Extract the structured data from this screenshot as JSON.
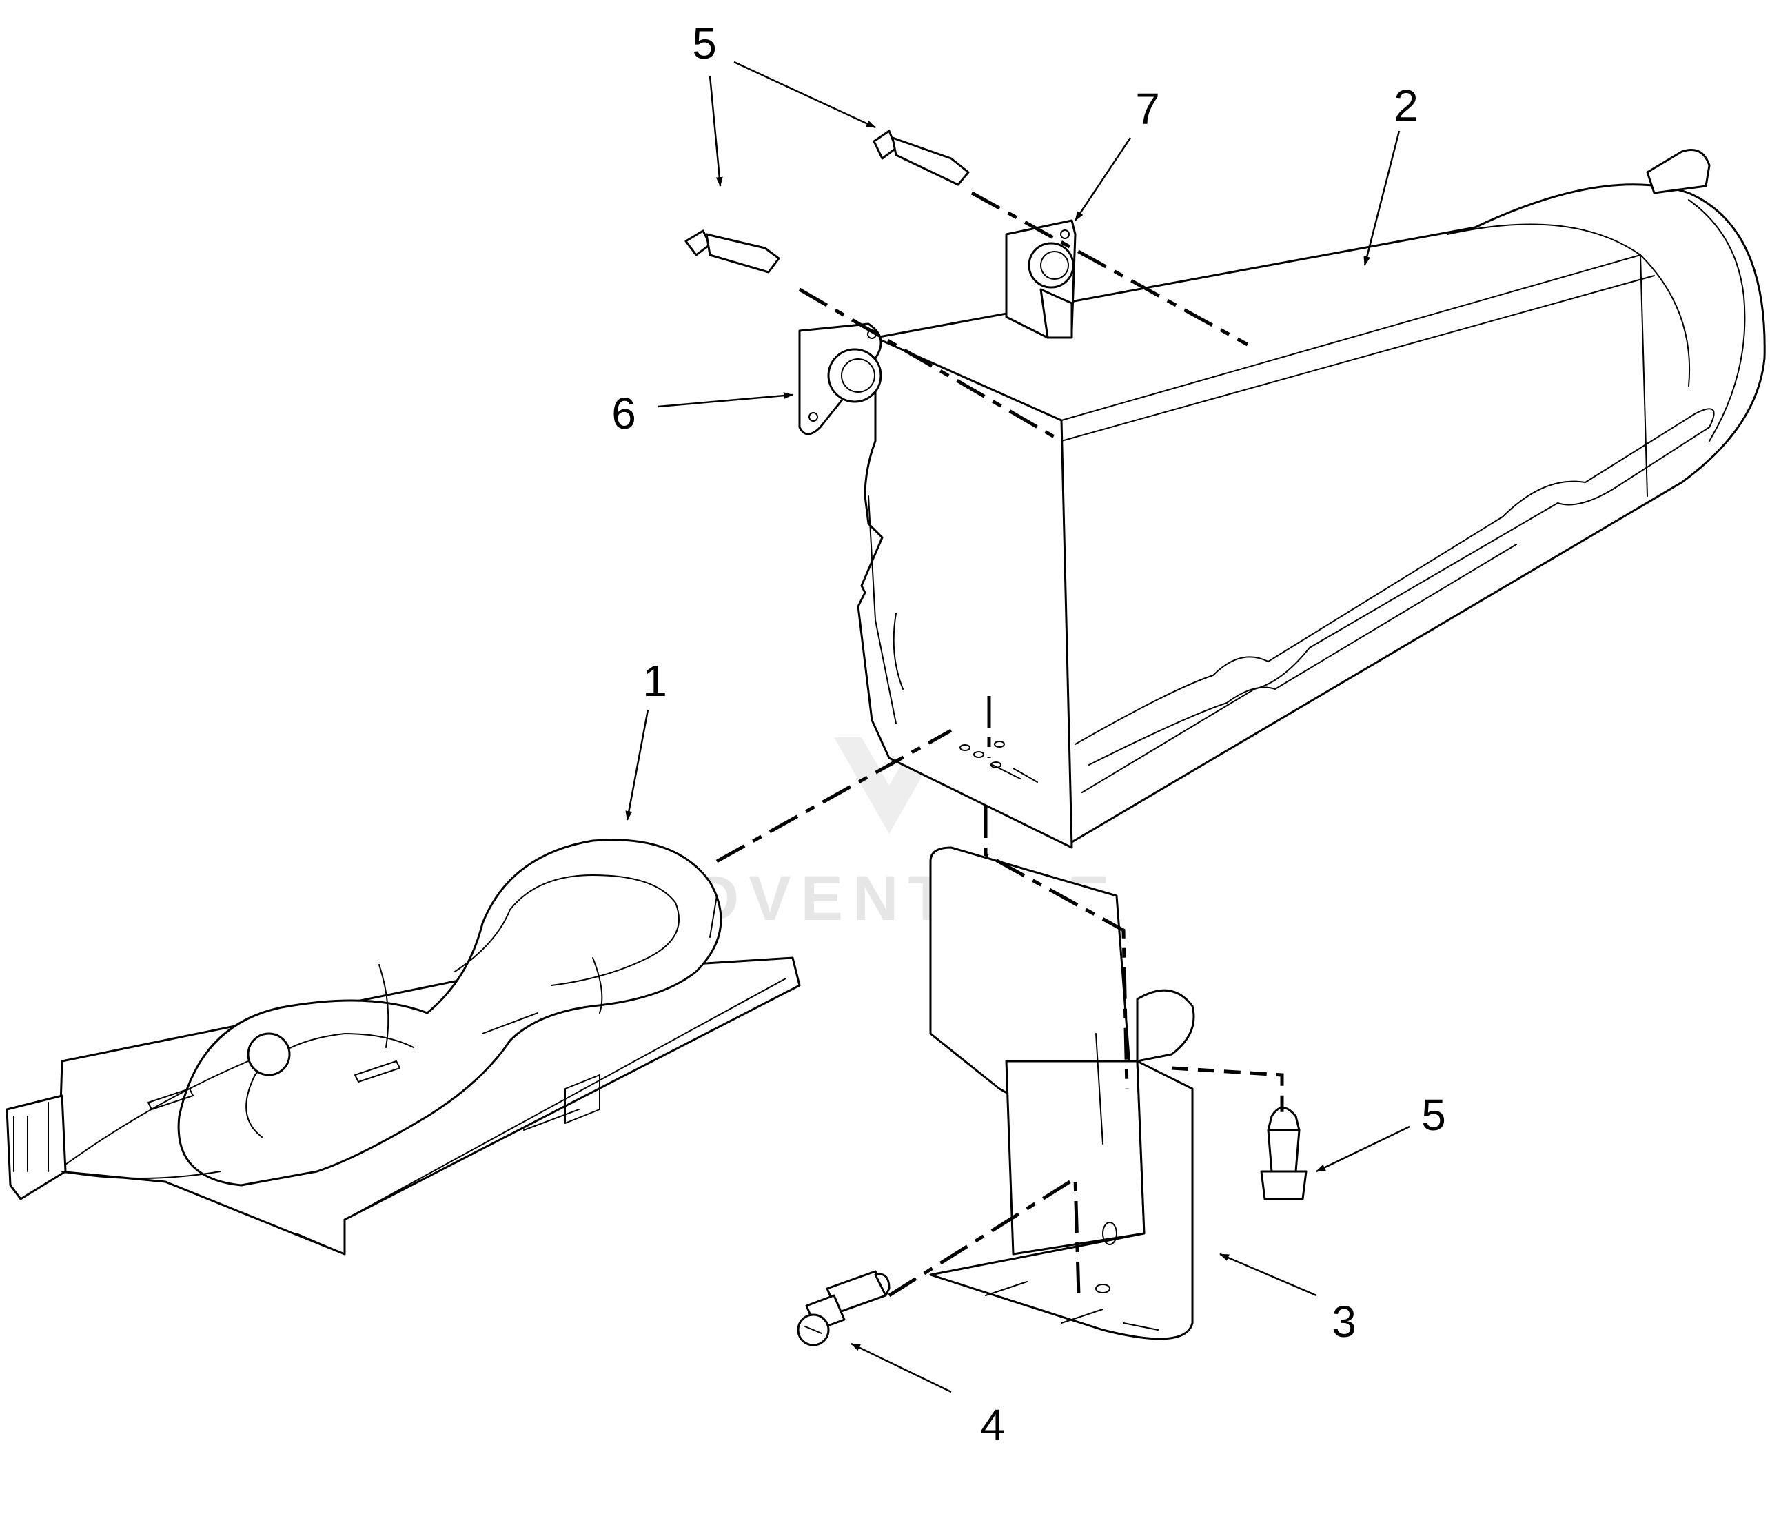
{
  "callouts": [
    {
      "id": "heater-element",
      "label": "1"
    },
    {
      "id": "heater-housing",
      "label": "2"
    },
    {
      "id": "mounting-bracket",
      "label": "3"
    },
    {
      "id": "bracket-screw",
      "label": "4"
    },
    {
      "id": "screw-top-left",
      "label": "5"
    },
    {
      "id": "screw-top-right",
      "label": "5"
    },
    {
      "id": "screw-right",
      "label": "5"
    },
    {
      "id": "thermal-cutoff",
      "label": "6"
    },
    {
      "id": "high-limit-thermostat",
      "label": "7"
    }
  ],
  "watermark": "EADVENTURE"
}
